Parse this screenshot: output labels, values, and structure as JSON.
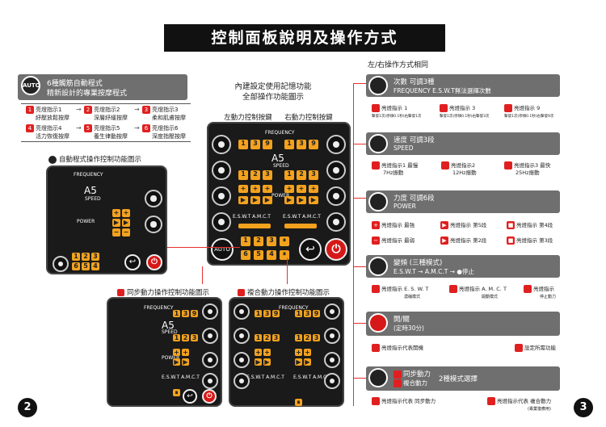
{
  "title": "控制面板說明及操作方式",
  "left": {
    "auto_header": {
      "line1": "6種觸筋自動程式",
      "line2": "精新設計的專業按摩程式",
      "icon": "AUTO"
    },
    "programs": [
      {
        "label": "亮燈指示1",
        "desc": "紓壓放鬆按摩"
      },
      {
        "label": "亮燈指示2",
        "desc": "深層紓緩按摩"
      },
      {
        "label": "亮燈指示3",
        "desc": "柔和肌膚按摩"
      },
      {
        "label": "亮燈指示4",
        "desc": "活力恢復按摩"
      },
      {
        "label": "亮燈指示5",
        "desc": "養生律動按摩"
      },
      {
        "label": "亮燈指示6",
        "desc": "深度指壓按摩"
      }
    ],
    "auto_panel_title": "自動程式操作控制功能圖示",
    "center": {
      "line1": "內建設定使用記憶功能",
      "line2": "全部操作功能圖示",
      "left_key": "左動力控制按鍵",
      "right_key": "右動力控制按鍵"
    },
    "sync_title": "同步動力操作控制功能圖示",
    "compound_title": "複合動力操作控制功能圖示",
    "page": "2"
  },
  "panel": {
    "frequency": "FREQUENCY",
    "speed": "SPEED",
    "power": "POWER",
    "a5": "A5",
    "eswt": "E.S.W.T A.M.C.T",
    "freq_keys": [
      "1",
      "3",
      "9"
    ],
    "speed_keys": [
      "1",
      "2",
      "3"
    ],
    "prog_keys_top": [
      "1",
      "2",
      "3"
    ],
    "prog_keys_bottom": [
      "6",
      "5",
      "4"
    ],
    "auto": "AUTO"
  },
  "right": {
    "subtitle": "左/右操作方式相同",
    "frequency": {
      "title": "次數 可調3種",
      "sub": "FREQUENCY   E.S.W.T無法選擇次數",
      "items": [
        {
          "label": "亮燈指示 1",
          "desc": "擊發1次(停頓0.1秒)右擊發1次"
        },
        {
          "label": "亮燈指示 3",
          "desc": "擊發1次(停頓0.1秒)右擊發3次"
        },
        {
          "label": "亮燈指示 9",
          "desc": "擊發1次(停頓0.1秒)右擊發9次"
        }
      ]
    },
    "speed": {
      "title": "速度 可調3段",
      "sub": "SPEED",
      "items": [
        {
          "label": "亮燈指示1 最慢",
          "desc": "7Hz振動"
        },
        {
          "label": "亮燈指示2",
          "desc": "12Hz振動"
        },
        {
          "label": "亮燈指示3 最快",
          "desc": "25Hz振動"
        }
      ]
    },
    "power": {
      "title": "力度 可調6段",
      "sub": "POWER",
      "row1": [
        "亮燈指示 最強",
        "亮燈指示 第5段",
        "亮燈指示 第4段"
      ],
      "row2": [
        "亮燈指示 最弱",
        "亮燈指示 第2段",
        "亮燈指示 第3段"
      ]
    },
    "mode": {
      "title": "變頻 (三種模式)",
      "sub": "E.S.W.T  →  A.M.C.T  →  ●停止",
      "items": [
        {
          "label": "亮燈指示  E. S. W. T",
          "desc": "濃縮模式"
        },
        {
          "label": "亮燈指示  A. M. C. T",
          "desc": "開動模式"
        },
        {
          "label": "亮燈指示",
          "desc": "停止動力"
        }
      ]
    },
    "onoff": {
      "title": "開/關",
      "sub": "(定時30分)",
      "items": [
        "亮燈指示代表開機",
        "設定所需功能"
      ]
    },
    "sync": {
      "line1": "同步動力",
      "line2": "複合動力",
      "tail": "2種模式選擇",
      "items": [
        "亮燈指示代表 同步動力",
        "亮燈指示代表 複合動力"
      ],
      "note": "(專業復療用)"
    },
    "page": "3"
  }
}
